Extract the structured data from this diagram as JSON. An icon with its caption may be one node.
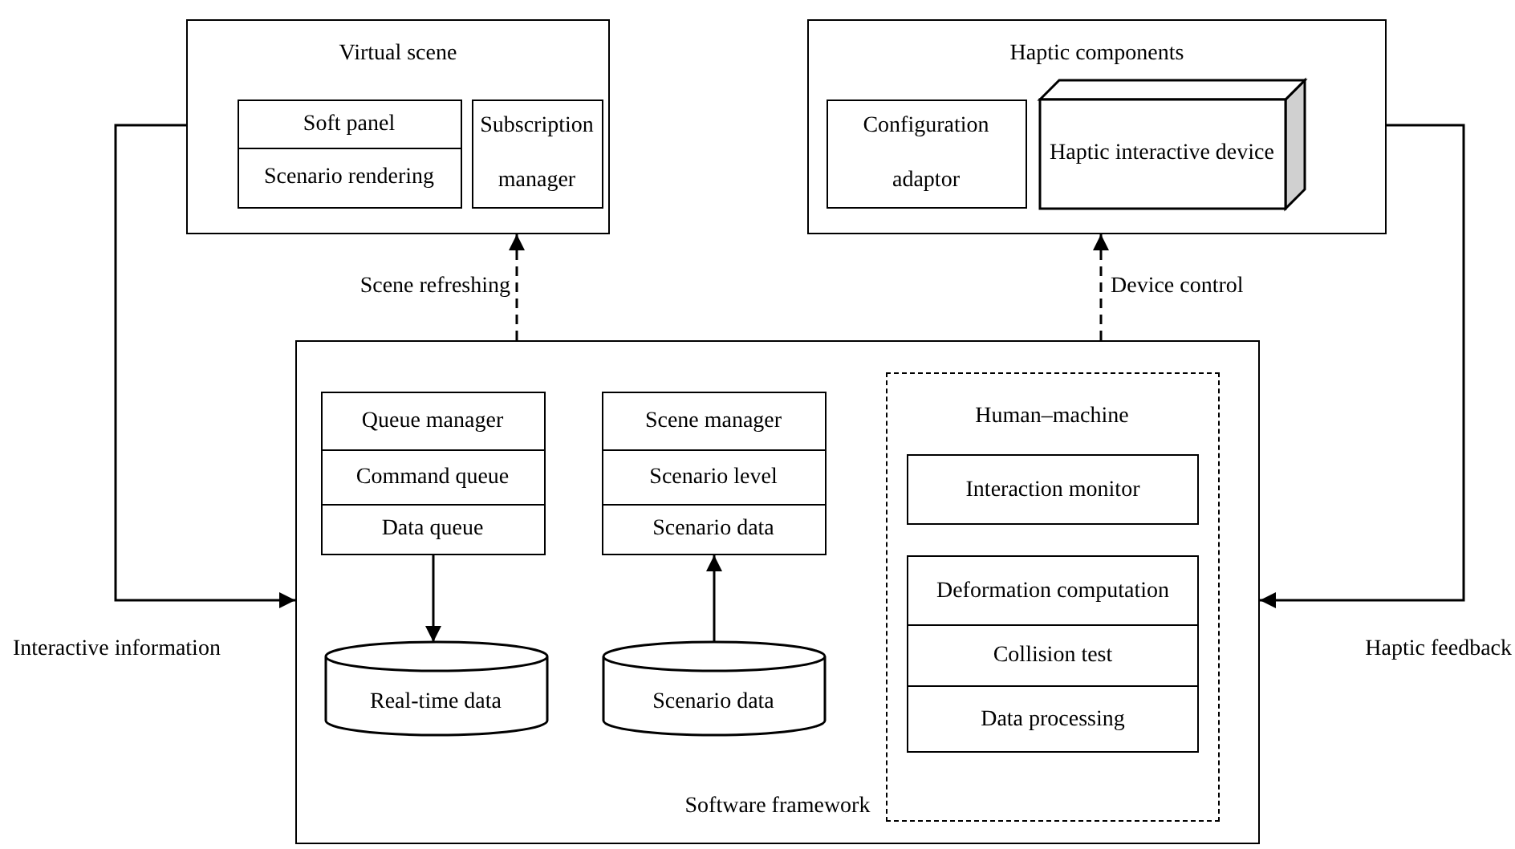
{
  "diagram": {
    "nodes": [
      {
        "text": [
          "Virtual scene"
        ]
      },
      {
        "text": [
          "Soft panel"
        ],
        "in": 0
      },
      {
        "text": [
          "Scenario rendering"
        ],
        "in": 0
      },
      {
        "text": [
          "Subscription manager"
        ],
        "in": 0
      },
      {
        "text": [
          "Haptic components"
        ]
      },
      {
        "text": [
          "Configuration adaptor"
        ],
        "in": 4
      },
      {
        "text": [
          "Haptic interactive device"
        ],
        "in": 4
      },
      {
        "text": [
          "Software framework"
        ]
      },
      {
        "text": [
          "Queue manager"
        ],
        "in": 7
      },
      {
        "text": [
          "Command queue"
        ],
        "in": 7
      },
      {
        "text": [
          "Data queue"
        ],
        "in": 7
      },
      {
        "text": [
          "Real-time data"
        ],
        "in": 7
      },
      {
        "text": [
          "Scene manager"
        ],
        "in": 7
      },
      {
        "text": [
          "Scenario level"
        ],
        "in": 7
      },
      {
        "text": [
          "Scenario data"
        ],
        "in": 7
      },
      {
        "text": [
          "Scenario data"
        ],
        "in": 7
      },
      {
        "text": [
          "Human–machine"
        ],
        "in": 7
      },
      {
        "text": [
          "Interaction monitor"
        ],
        "in": 16
      },
      {
        "text": [
          "Deformation computation"
        ],
        "in": 16
      },
      {
        "text": [
          "Collision test"
        ],
        "in": 16
      },
      {
        "text": [
          "Data processing"
        ],
        "in": 16
      }
    ],
    "edges": [
      {
        "from": 0,
        "to": 7,
        "arrow": "to",
        "label": "Interactive information"
      },
      {
        "from": 4,
        "to": 7,
        "arrow": "to",
        "label": "Haptic feedback"
      },
      {
        "from": 7,
        "to": 0,
        "arrow": "to",
        "label": "Scene refreshing",
        "style": "dashed"
      },
      {
        "from": 7,
        "to": 4,
        "arrow": "to",
        "label": "Device control",
        "style": "dashed"
      },
      {
        "from": 10,
        "to": 11,
        "arrow": "to"
      },
      {
        "from": 15,
        "to": 14,
        "arrow": "to"
      }
    ]
  }
}
